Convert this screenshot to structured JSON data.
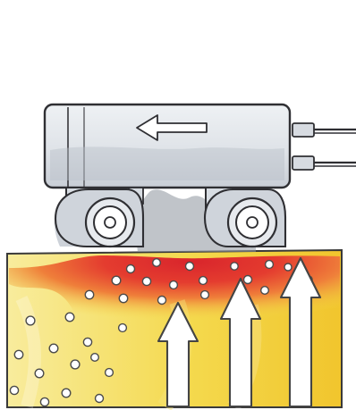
{
  "colors": {
    "background": "#ffffff",
    "device_body": "#d9dde3",
    "device_shadow": "#9aa1ab",
    "device_outline": "#2f2f33",
    "wheel_fill": "#cfd4db",
    "wheel_hub": "#ffffff",
    "heat_red": "#d9252c",
    "heat_orange": "#ef7f3a",
    "heat_yellow": "#f4d94d",
    "heat_pale_yellow": "#f8ec9d",
    "bubble_fill": "#ffffff",
    "arrow_fill": "#ffffff",
    "arrow_outline": "#444444"
  },
  "icons": {
    "device_arrow": "left-arrow-icon",
    "heat_arrow": "up-arrow-icon"
  },
  "illustration": {
    "subject": "moisture-meter-on-surface",
    "arrow_count": 3,
    "bubble_count": 32
  }
}
